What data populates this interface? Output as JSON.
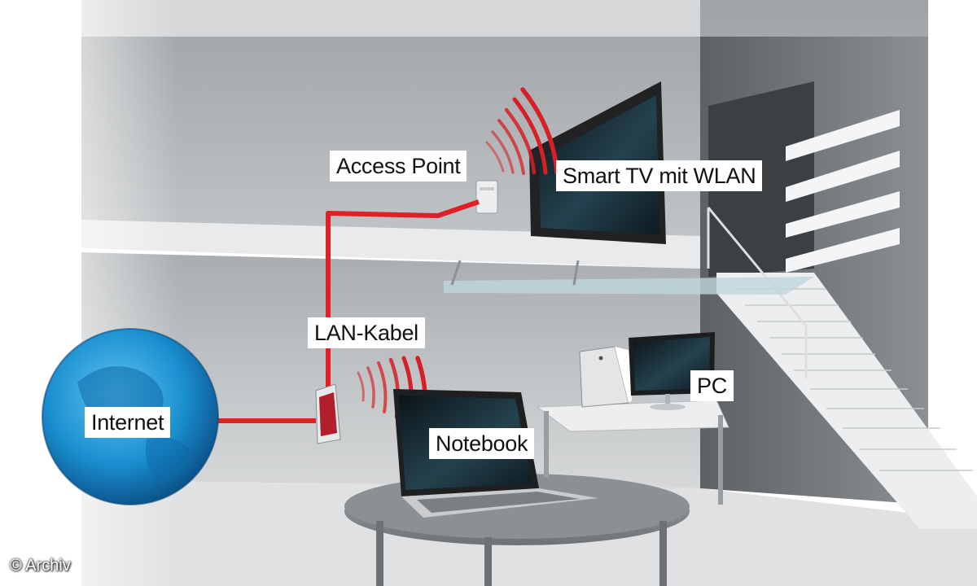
{
  "labels": {
    "access_point": "Access Point",
    "smart_tv": "Smart TV mit WLAN",
    "lan_cable": "LAN-Kabel",
    "internet": "Internet",
    "notebook": "Notebook",
    "pc": "PC"
  },
  "copyright": "© Archiv",
  "colors": {
    "cable": "#e01f26",
    "wifi": "#d61f26",
    "globe": "#1a8fd0",
    "wall": "#b9bcbe"
  },
  "icons": [
    "globe-icon",
    "router-icon",
    "access-point-icon",
    "tv-icon",
    "notebook-icon",
    "pc-tower-icon",
    "monitor-icon",
    "wifi-waves-icon"
  ]
}
